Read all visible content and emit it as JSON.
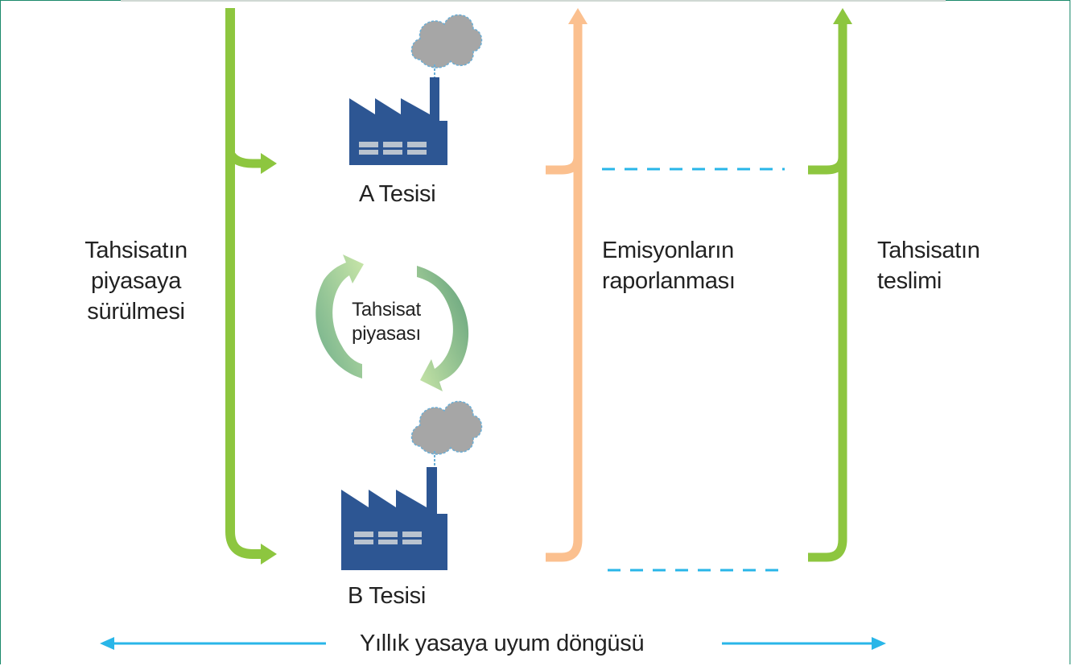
{
  "labels": {
    "facility_a": "A Tesisi",
    "facility_b": "B Tesisi",
    "allocation_issue": [
      "Tahsisatın",
      "piyasaya",
      "sürülmesi"
    ],
    "market": [
      "Tahsisat",
      "piyasası"
    ],
    "emissions_reporting": [
      "Emisyonların",
      "raporlanması"
    ],
    "allocation_surrender": [
      "Tahsisatın",
      "teslimi"
    ],
    "annual_cycle": "Yıllık yasaya uyum döngüsü"
  },
  "colors": {
    "green": "#8dc63f",
    "orange": "#fbc08f",
    "cyan": "#29b6e8",
    "factory": "#2d5693",
    "cloud": "#a6a6a6",
    "frame": "#1b8a6b"
  },
  "icons": [
    "factory-icon",
    "smoke-cloud-icon",
    "cycle-arrows-icon"
  ]
}
